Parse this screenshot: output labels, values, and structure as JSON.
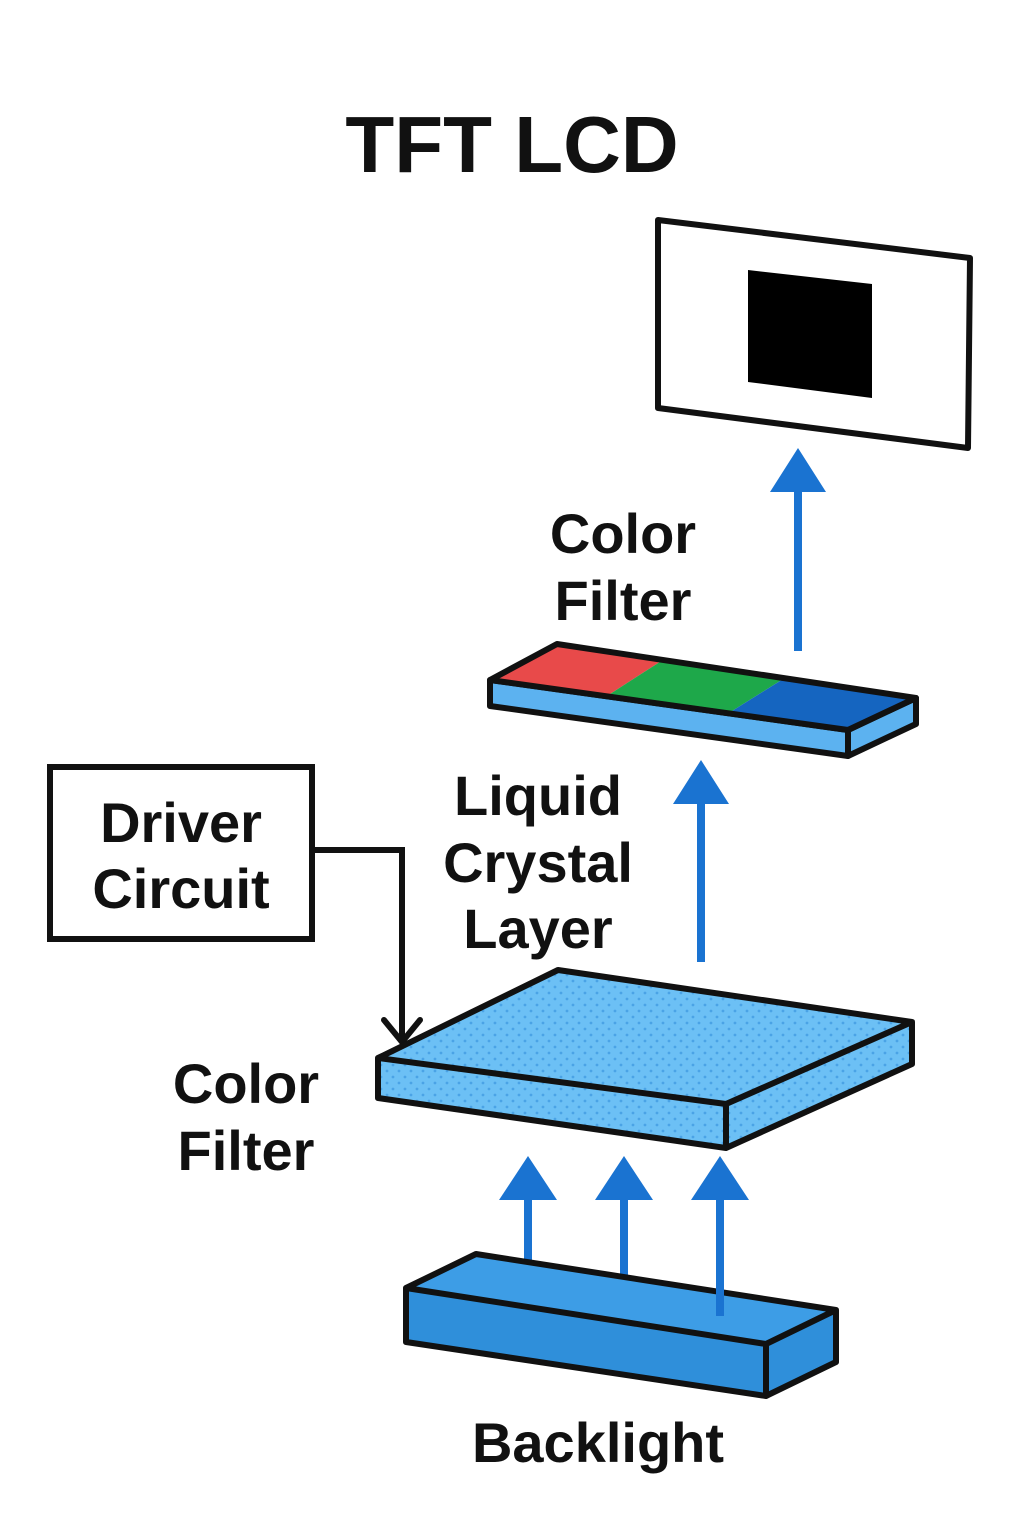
{
  "title": "TFT LCD",
  "labels": {
    "color_filter_top_line1": "Color",
    "color_filter_top_line2": "Filter",
    "liquid_crystal_line1": "Liquid",
    "liquid_crystal_line2": "Crystal",
    "liquid_crystal_line3": "Layer",
    "driver_circuit_line1": "Driver",
    "driver_circuit_line2": "Circuit",
    "color_filter_bottom_line1": "Color",
    "color_filter_bottom_line2": "Filter",
    "backlight": "Backlight"
  },
  "colors": {
    "arrow": "#1a73d1",
    "outline": "#111111",
    "liquid_crystal_fill": "#6cc0f5",
    "liquid_crystal_dots": "#4aa3e6",
    "color_filter_red": "#e84a4a",
    "color_filter_green": "#1ea84a",
    "color_filter_blue": "#1565c0",
    "color_filter_base": "#5cb2f0",
    "backlight_top": "#3d9de6",
    "backlight_side": "#2f8fda",
    "screen_square": "#000000"
  }
}
